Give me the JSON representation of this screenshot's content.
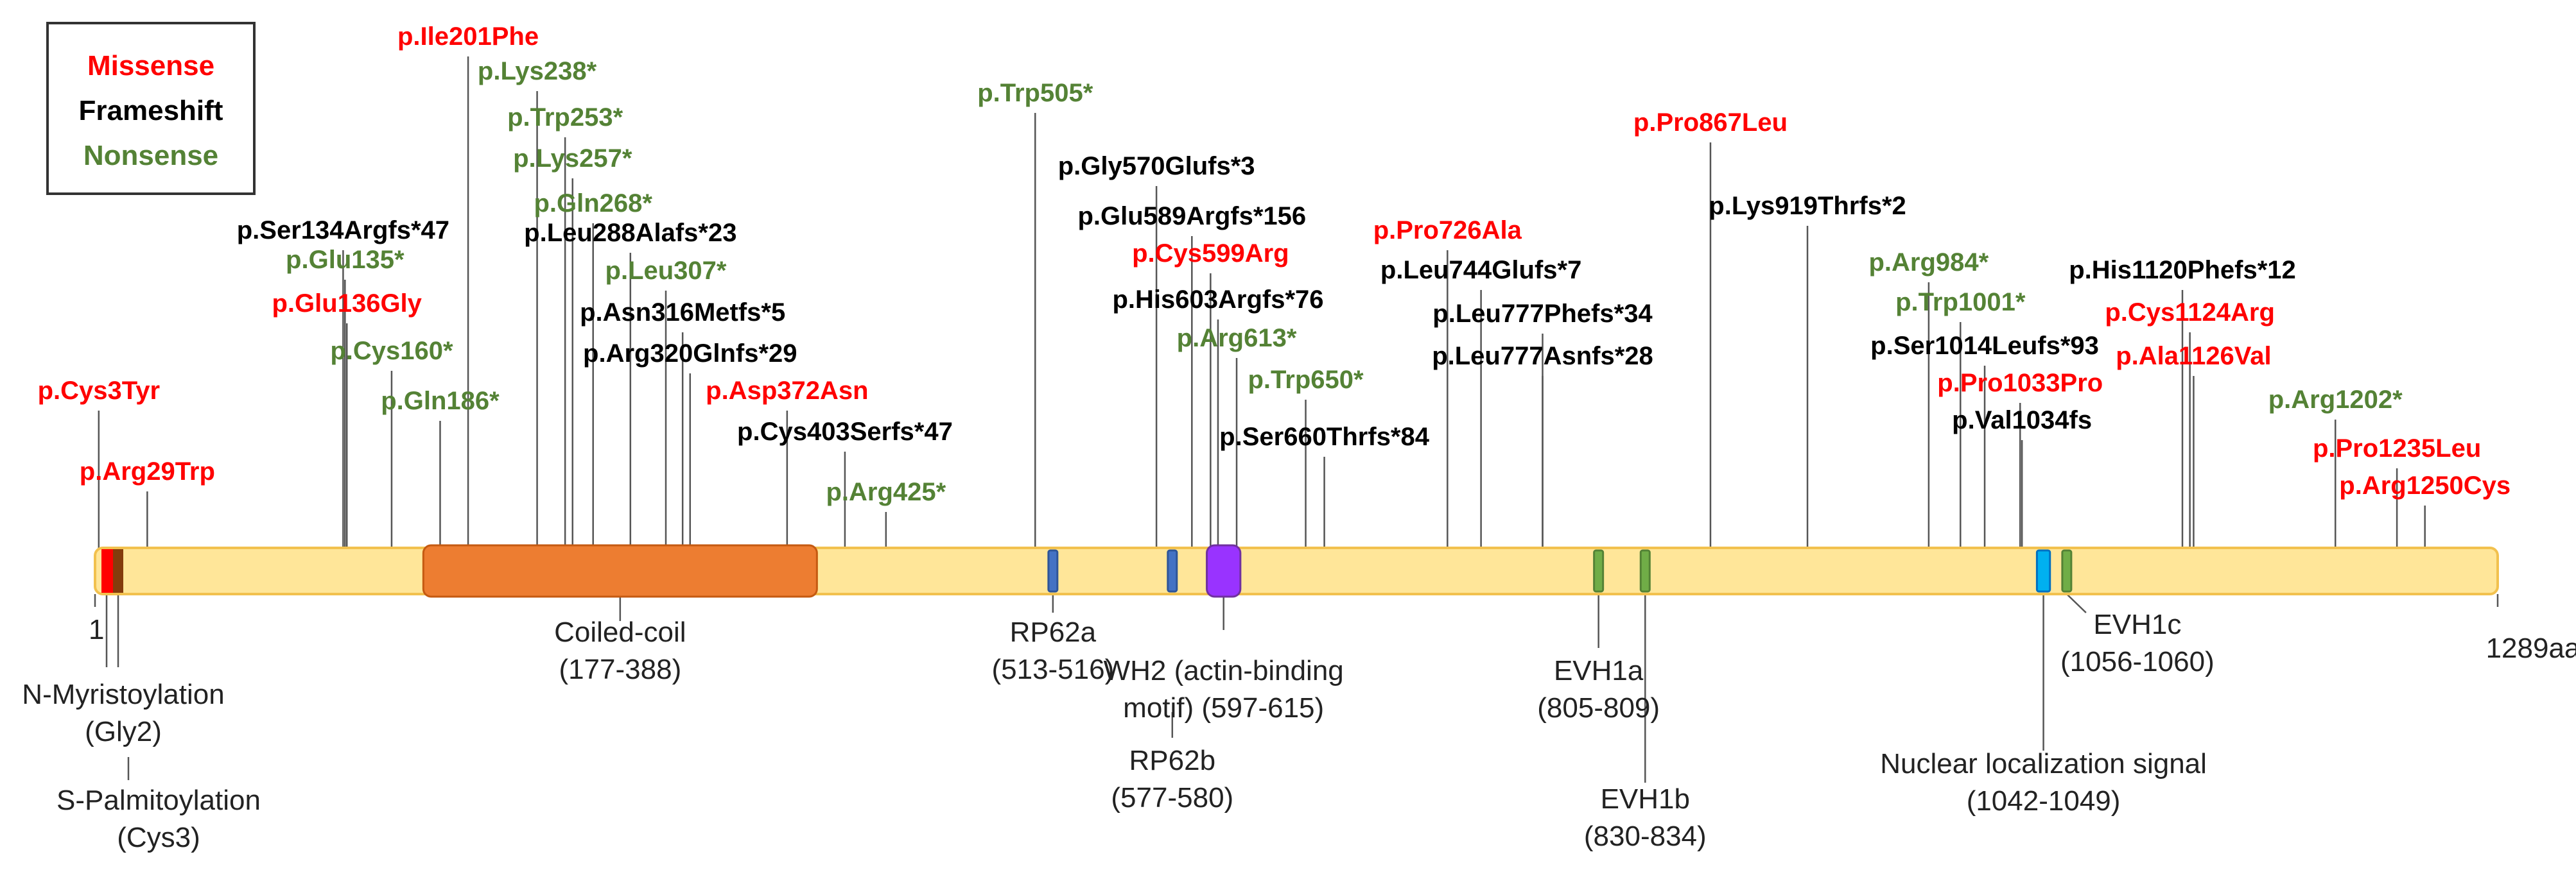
{
  "colors": {
    "missense": "#ff0000",
    "frameshift": "#000000",
    "nonsense": "#548235",
    "backbone_fill": "#ffe699",
    "backbone_stroke": "#f2c14e",
    "coiled_coil": "#ed7d31",
    "wh2": "#9933ff",
    "rp62": "#4472c4",
    "evh1": "#70ad47",
    "nls": "#00b0f0",
    "n_term_red": "#ff0000",
    "n_term_brown": "#843c0c"
  },
  "legend": {
    "missense": "Missense",
    "frameshift": "Frameshift",
    "nonsense": "Nonsense"
  },
  "protein": {
    "length": 1289,
    "start_label": "1",
    "end_label": "1289aa"
  },
  "domains": [
    {
      "kind": "coiled_coil",
      "start": 177,
      "end": 388,
      "label_lines": [
        "Coiled-coil",
        "(177-388)"
      ]
    },
    {
      "kind": "rp62",
      "start": 513,
      "end": 516,
      "label_lines": [
        "RP62a",
        "(513-516)"
      ]
    },
    {
      "kind": "rp62",
      "start": 577,
      "end": 580,
      "label_lines": [
        "RP62b",
        "(577-580)"
      ]
    },
    {
      "kind": "wh2",
      "start": 597,
      "end": 615,
      "label_lines": [
        "WH2 (actin-binding",
        "motif) (597-615)"
      ]
    },
    {
      "kind": "evh1",
      "start": 805,
      "end": 809,
      "label_lines": [
        "EVH1a",
        "(805-809)"
      ]
    },
    {
      "kind": "evh1",
      "start": 830,
      "end": 834,
      "label_lines": [
        "EVH1b",
        "(830-834)"
      ]
    },
    {
      "kind": "nls",
      "start": 1042,
      "end": 1049,
      "label_lines": [
        "Nuclear localization signal",
        "(1042-1049)"
      ]
    },
    {
      "kind": "evh1",
      "start": 1056,
      "end": 1060,
      "label_lines": [
        "EVH1c",
        "(1056-1060)"
      ]
    }
  ],
  "modifications": [
    {
      "label_lines": [
        "N-Myristoylation",
        "(Gly2)"
      ]
    },
    {
      "label_lines": [
        "S-Palmitoylation",
        "(Cys3)"
      ]
    }
  ],
  "mutations": [
    {
      "label": "p.Cys3Tyr",
      "type": "missense",
      "position": 3
    },
    {
      "label": "p.Arg29Trp",
      "type": "missense",
      "position": 29
    },
    {
      "label": "p.Ser134Argfs*47",
      "type": "frameshift",
      "position": 134
    },
    {
      "label": "p.Glu135*",
      "type": "nonsense",
      "position": 135
    },
    {
      "label": "p.Glu136Gly",
      "type": "missense",
      "position": 136
    },
    {
      "label": "p.Cys160*",
      "type": "nonsense",
      "position": 160
    },
    {
      "label": "p.Gln186*",
      "type": "nonsense",
      "position": 186
    },
    {
      "label": "p.Ile201Phe",
      "type": "missense",
      "position": 201
    },
    {
      "label": "p.Lys238*",
      "type": "nonsense",
      "position": 238
    },
    {
      "label": "p.Trp253*",
      "type": "nonsense",
      "position": 253
    },
    {
      "label": "p.Lys257*",
      "type": "nonsense",
      "position": 257
    },
    {
      "label": "p.Gln268*",
      "type": "nonsense",
      "position": 268
    },
    {
      "label": "p.Leu288Alafs*23",
      "type": "frameshift",
      "position": 288
    },
    {
      "label": "p.Leu307*",
      "type": "nonsense",
      "position": 307
    },
    {
      "label": "p.Asn316Metfs*5",
      "type": "frameshift",
      "position": 316
    },
    {
      "label": "p.Arg320Glnfs*29",
      "type": "frameshift",
      "position": 320
    },
    {
      "label": "p.Asp372Asn",
      "type": "missense",
      "position": 372
    },
    {
      "label": "p.Cys403Serfs*47",
      "type": "frameshift",
      "position": 403
    },
    {
      "label": "p.Arg425*",
      "type": "nonsense",
      "position": 425
    },
    {
      "label": "p.Trp505*",
      "type": "nonsense",
      "position": 505
    },
    {
      "label": "p.Gly570Glufs*3",
      "type": "frameshift",
      "position": 570
    },
    {
      "label": "p.Glu589Argfs*156",
      "type": "frameshift",
      "position": 589
    },
    {
      "label": "p.Cys599Arg",
      "type": "missense",
      "position": 599
    },
    {
      "label": "p.His603Argfs*76",
      "type": "frameshift",
      "position": 603
    },
    {
      "label": "p.Arg613*",
      "type": "nonsense",
      "position": 613
    },
    {
      "label": "p.Trp650*",
      "type": "nonsense",
      "position": 650
    },
    {
      "label": "p.Ser660Thrfs*84",
      "type": "frameshift",
      "position": 660
    },
    {
      "label": "p.Pro726Ala",
      "type": "missense",
      "position": 726
    },
    {
      "label": "p.Leu744Glufs*7",
      "type": "frameshift",
      "position": 744
    },
    {
      "label": "p.Leu777Phefs*34",
      "type": "frameshift",
      "position": 777
    },
    {
      "label": "p.Leu777Asnfs*28",
      "type": "frameshift",
      "position": 777
    },
    {
      "label": "p.Pro867Leu",
      "type": "missense",
      "position": 867
    },
    {
      "label": "p.Lys919Thrfs*2",
      "type": "frameshift",
      "position": 919
    },
    {
      "label": "p.Arg984*",
      "type": "nonsense",
      "position": 984
    },
    {
      "label": "p.Trp1001*",
      "type": "nonsense",
      "position": 1001
    },
    {
      "label": "p.Ser1014Leufs*93",
      "type": "frameshift",
      "position": 1014
    },
    {
      "label": "p.Pro1033Pro",
      "type": "missense",
      "position": 1033
    },
    {
      "label": "p.Val1034fs",
      "type": "frameshift",
      "position": 1034
    },
    {
      "label": "p.His1120Phefs*12",
      "type": "frameshift",
      "position": 1120
    },
    {
      "label": "p.Cys1124Arg",
      "type": "missense",
      "position": 1124
    },
    {
      "label": "p.Ala1126Val",
      "type": "missense",
      "position": 1126
    },
    {
      "label": "p.Arg1202*",
      "type": "nonsense",
      "position": 1202
    },
    {
      "label": "p.Pro1235Leu",
      "type": "missense",
      "position": 1235
    },
    {
      "label": "p.Arg1250Cys",
      "type": "missense",
      "position": 1250
    }
  ]
}
